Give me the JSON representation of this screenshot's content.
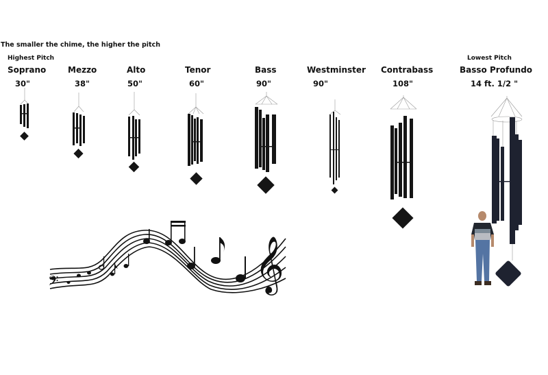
{
  "headline": "The smaller the chime, the higher the pitch",
  "labels": {
    "highest": "Highest Pitch",
    "lowest": "Lowest Pitch"
  },
  "chimes": [
    {
      "name": "Soprano",
      "size": "30\""
    },
    {
      "name": "Mezzo",
      "size": "38\""
    },
    {
      "name": "Alto",
      "size": "50\""
    },
    {
      "name": "Tenor",
      "size": "60\""
    },
    {
      "name": "Bass",
      "size": "90\""
    },
    {
      "name": "Westminster",
      "size": "90\""
    },
    {
      "name": "Contrabass",
      "size": "108\""
    },
    {
      "name": "Basso Profundo",
      "size": "14 ft. 1/2 \""
    }
  ],
  "colors": {
    "tube": "#151515",
    "profundo_tube": "#1e2230",
    "text": "#111111",
    "background": "#ffffff"
  }
}
